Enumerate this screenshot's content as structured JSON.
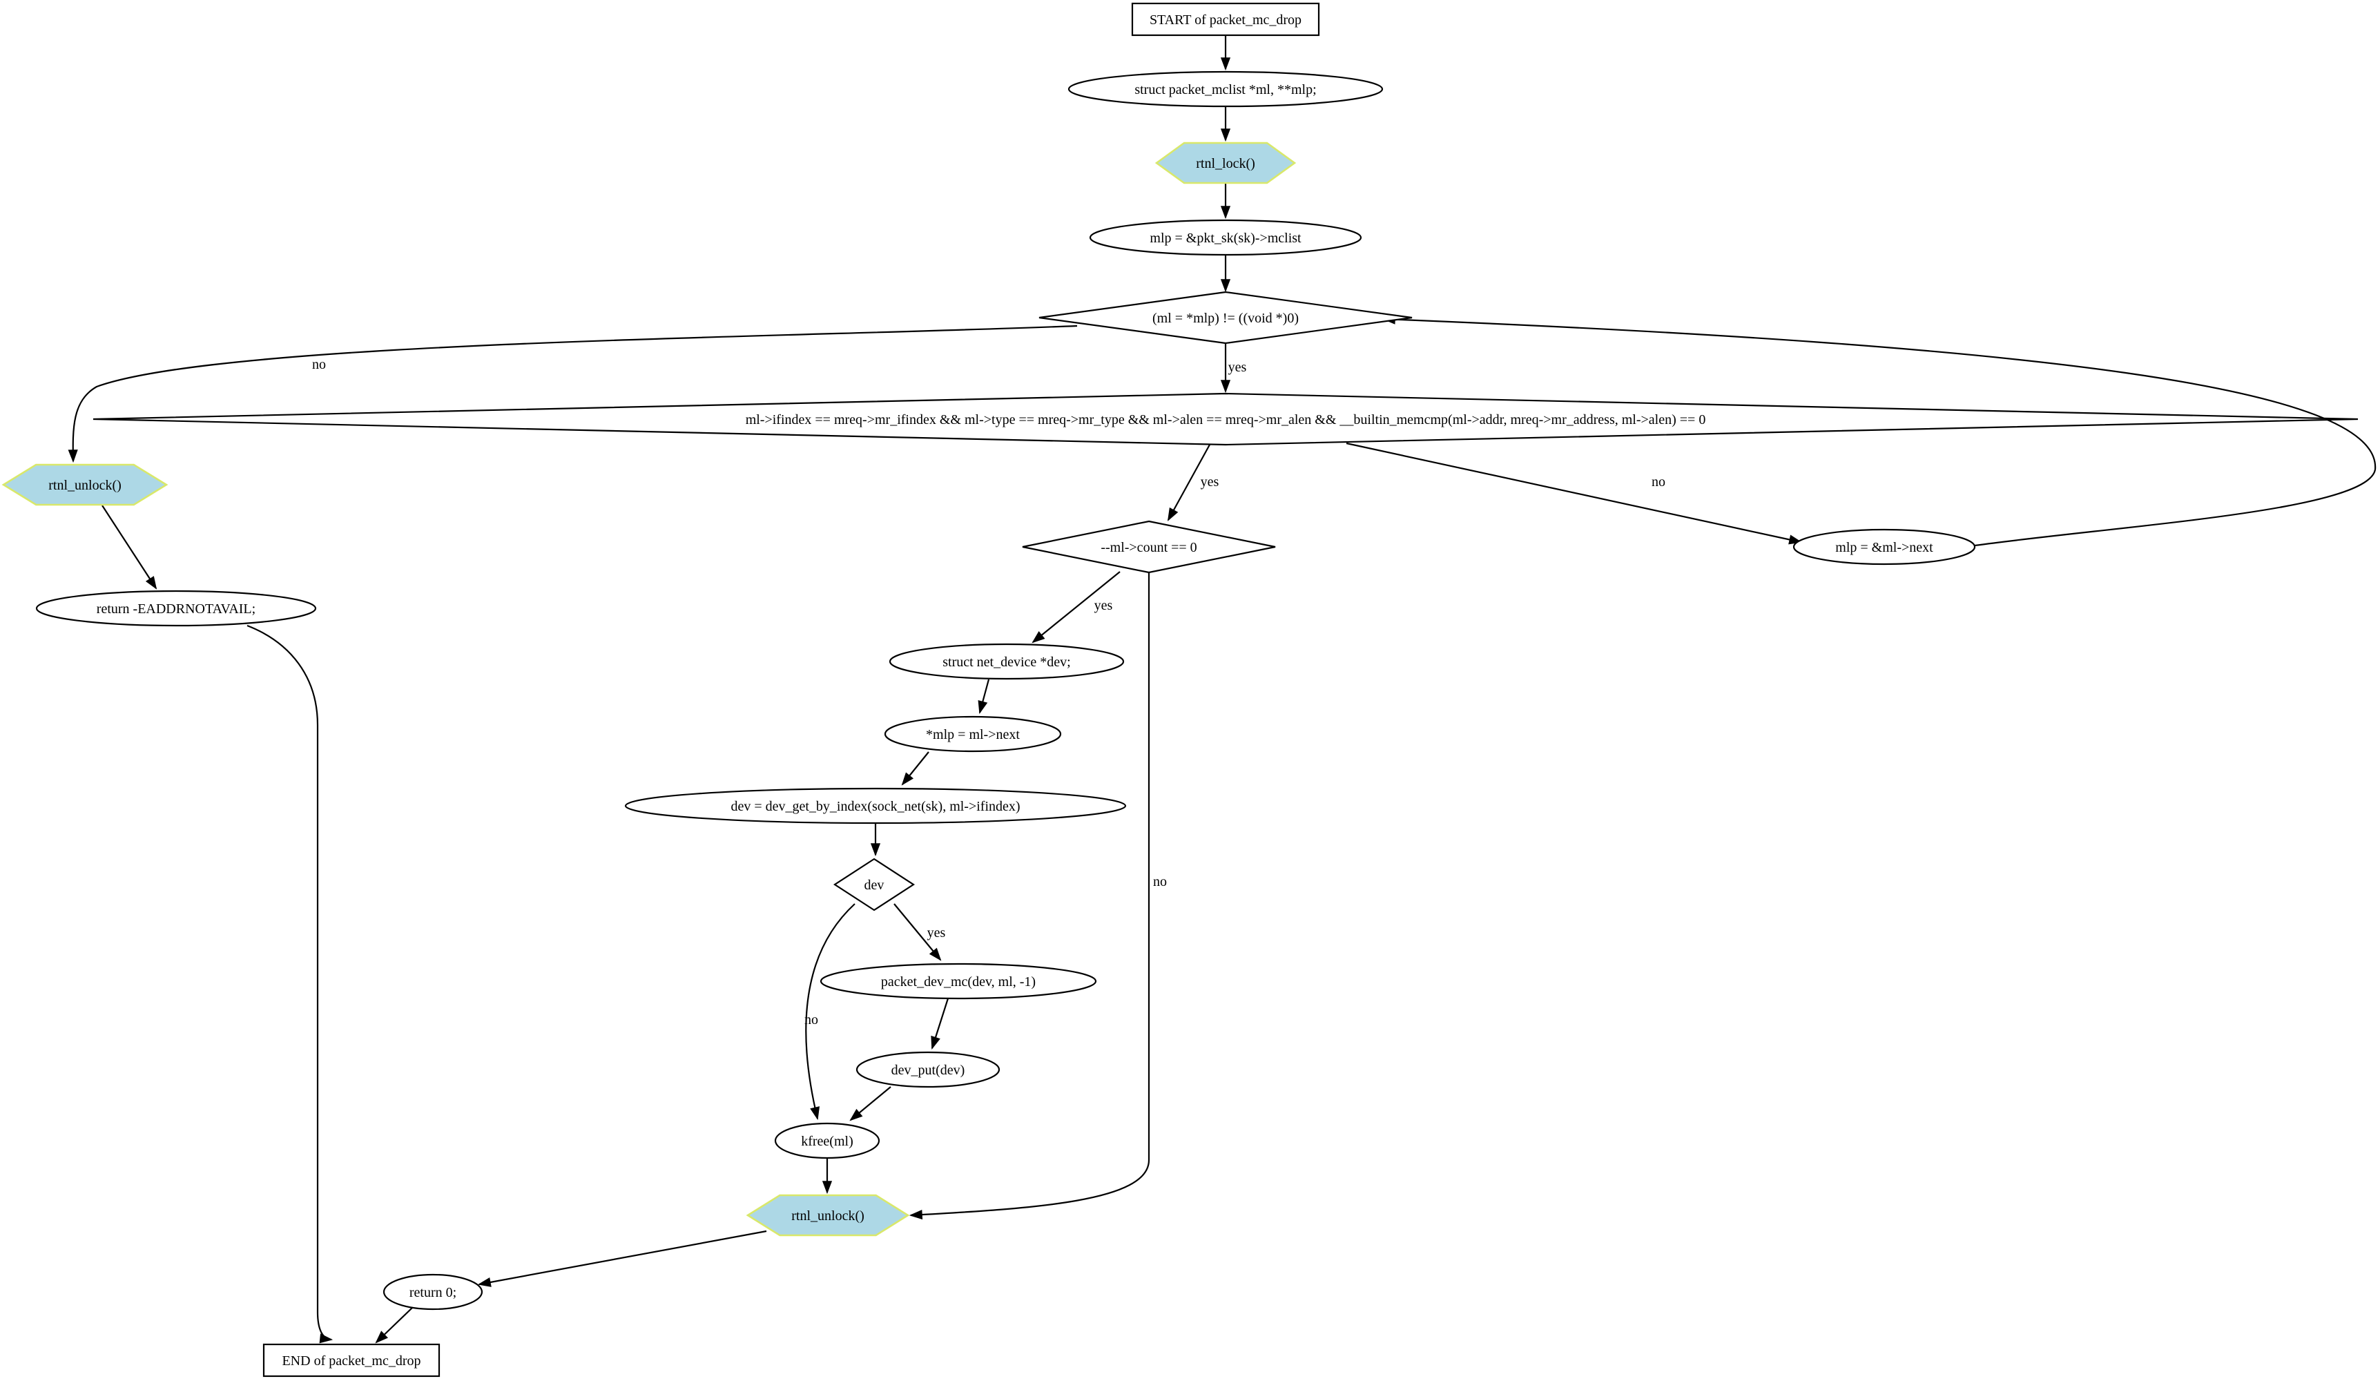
{
  "diagram": {
    "nodes": [
      {
        "id": "start",
        "label": "START of packet_mc_drop",
        "shape": "box"
      },
      {
        "id": "decl",
        "label": "struct packet_mclist *ml, **mlp;",
        "shape": "ellipse"
      },
      {
        "id": "lock",
        "label": "rtnl_lock()",
        "shape": "hexagon"
      },
      {
        "id": "mlp_init",
        "label": "mlp = &pkt_sk(sk)->mclist",
        "shape": "ellipse"
      },
      {
        "id": "loop_cond",
        "label": "(ml = *mlp) != ((void *)0)",
        "shape": "diamond"
      },
      {
        "id": "match_cond",
        "label": "ml->ifindex == mreq->mr_ifindex && ml->type == mreq->mr_type && ml->alen == mreq->mr_alen && __builtin_memcmp(ml->addr, mreq->mr_address, ml->alen) == 0",
        "shape": "diamond"
      },
      {
        "id": "unlock1",
        "label": "rtnl_unlock()",
        "shape": "hexagon"
      },
      {
        "id": "ret_err",
        "label": "return -EADDRNOTAVAIL;",
        "shape": "ellipse"
      },
      {
        "id": "count_cond",
        "label": "--ml->count == 0",
        "shape": "diamond"
      },
      {
        "id": "mlp_next",
        "label": "mlp = &ml->next",
        "shape": "ellipse"
      },
      {
        "id": "dev_decl",
        "label": "struct net_device *dev;",
        "shape": "ellipse"
      },
      {
        "id": "unlink",
        "label": "*mlp = ml->next",
        "shape": "ellipse"
      },
      {
        "id": "dev_get",
        "label": "dev = dev_get_by_index(sock_net(sk), ml->ifindex)",
        "shape": "ellipse"
      },
      {
        "id": "dev_cond",
        "label": "dev",
        "shape": "diamond"
      },
      {
        "id": "dev_mc",
        "label": "packet_dev_mc(dev, ml, -1)",
        "shape": "ellipse"
      },
      {
        "id": "dev_put",
        "label": "dev_put(dev)",
        "shape": "ellipse"
      },
      {
        "id": "kfree",
        "label": "kfree(ml)",
        "shape": "ellipse"
      },
      {
        "id": "unlock2",
        "label": "rtnl_unlock()",
        "shape": "hexagon"
      },
      {
        "id": "ret_ok",
        "label": "return 0;",
        "shape": "ellipse"
      },
      {
        "id": "end",
        "label": "END of packet_mc_drop",
        "shape": "box"
      }
    ],
    "edges": [
      {
        "from": "start",
        "to": "decl",
        "label": ""
      },
      {
        "from": "decl",
        "to": "lock",
        "label": ""
      },
      {
        "from": "lock",
        "to": "mlp_init",
        "label": ""
      },
      {
        "from": "mlp_init",
        "to": "loop_cond",
        "label": ""
      },
      {
        "from": "loop_cond",
        "to": "unlock1",
        "label": "no"
      },
      {
        "from": "loop_cond",
        "to": "match_cond",
        "label": "yes"
      },
      {
        "from": "match_cond",
        "to": "count_cond",
        "label": "yes"
      },
      {
        "from": "match_cond",
        "to": "mlp_next",
        "label": "no"
      },
      {
        "from": "mlp_next",
        "to": "loop_cond",
        "label": ""
      },
      {
        "from": "unlock1",
        "to": "ret_err",
        "label": ""
      },
      {
        "from": "ret_err",
        "to": "end",
        "label": ""
      },
      {
        "from": "count_cond",
        "to": "dev_decl",
        "label": "yes"
      },
      {
        "from": "count_cond",
        "to": "unlock2",
        "label": "no"
      },
      {
        "from": "dev_decl",
        "to": "unlink",
        "label": ""
      },
      {
        "from": "unlink",
        "to": "dev_get",
        "label": ""
      },
      {
        "from": "dev_get",
        "to": "dev_cond",
        "label": ""
      },
      {
        "from": "dev_cond",
        "to": "dev_mc",
        "label": "yes"
      },
      {
        "from": "dev_cond",
        "to": "kfree",
        "label": "no"
      },
      {
        "from": "dev_mc",
        "to": "dev_put",
        "label": ""
      },
      {
        "from": "dev_put",
        "to": "kfree",
        "label": ""
      },
      {
        "from": "kfree",
        "to": "unlock2",
        "label": ""
      },
      {
        "from": "unlock2",
        "to": "ret_ok",
        "label": ""
      },
      {
        "from": "ret_ok",
        "to": "end",
        "label": ""
      }
    ]
  },
  "colors": {
    "call_fill": "#add8e6",
    "call_stroke": "#d9e86a",
    "line": "#000000",
    "background": "#ffffff"
  }
}
